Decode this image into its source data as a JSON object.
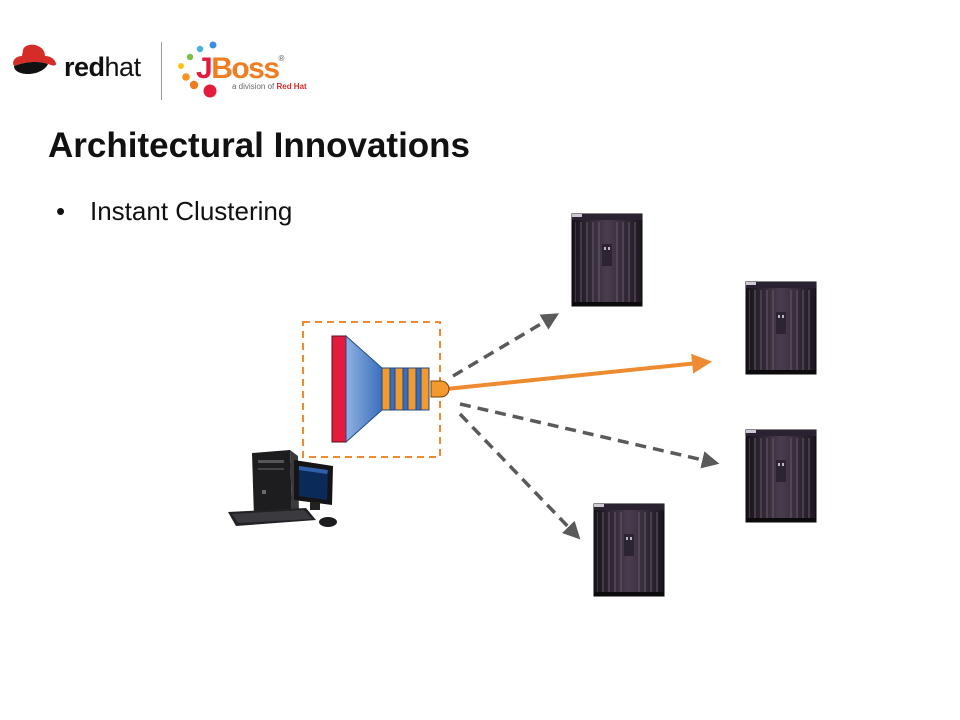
{
  "header": {
    "redhat_bold": "red",
    "redhat_light": "hat",
    "jboss_j": "J",
    "jboss_rest": "Boss",
    "jboss_tagline_prefix": "a division of ",
    "jboss_tagline_brand": "Red Hat",
    "colors": {
      "redhat_red": "#d62c27",
      "jboss_orange": "#ef7d22",
      "jboss_red": "#e31b3d"
    }
  },
  "slide": {
    "title": "Architectural Innovations",
    "bullet": "Instant Clustering"
  },
  "diagram": {
    "icons": [
      "client-computer",
      "load-balancer",
      "server-cabinet"
    ],
    "server_count": 4,
    "active_connection_color": "#ee8a2f",
    "inactive_connection_color": "#5a5a5a",
    "dashed_box_color": "#ee8a2f"
  }
}
